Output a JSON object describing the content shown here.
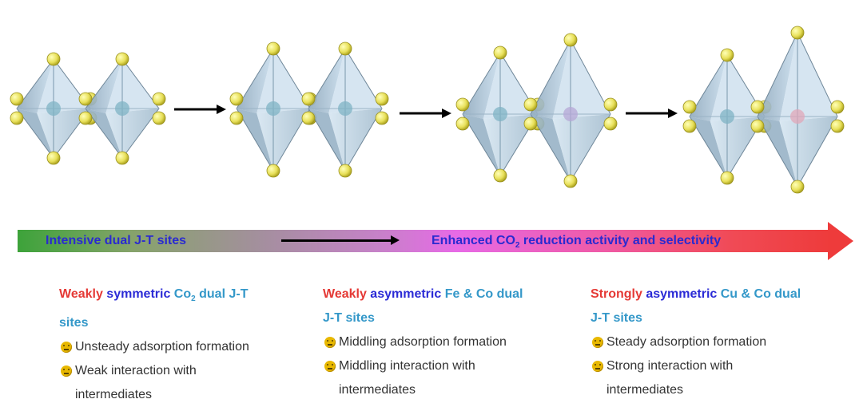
{
  "bar": {
    "left_text": "Intensive dual J-T sites",
    "right_text_pre": "Enhanced CO",
    "right_text_sub": "2",
    "right_text_post": " reduction activity and selectivity"
  },
  "columns": [
    {
      "head_word1": "Weakly",
      "head_word2": " symmetric ",
      "head_word3_pre": "Co",
      "head_word3_sub": "2",
      "head_word3_post": " dual J-T",
      "head_line2": "sites",
      "item1": "Unsteady adsorption formation",
      "item2_line1": "Weak interaction with",
      "item2_line2": "intermediates"
    },
    {
      "head_word1": "Weakly",
      "head_word2": " asymmetric ",
      "head_word3_pre": "Fe & Co dual",
      "head_word3_sub": "",
      "head_word3_post": "",
      "head_line2": "J-T sites",
      "item1": "Middling adsorption formation",
      "item2_line1": "Middling interaction with",
      "item2_line2": "intermediates"
    },
    {
      "head_word1": "Strongly",
      "head_word2": " asymmetric ",
      "head_word3_pre": "Cu & Co dual",
      "head_word3_sub": "",
      "head_word3_post": "",
      "head_line2": "J-T sites",
      "item1": "Steady adsorption formation",
      "item2_line1": "Strong interaction with",
      "item2_line2": "intermediates"
    }
  ],
  "colors": {
    "red": "#e53935",
    "blue": "#2b2bd6",
    "cyan": "#3498c9",
    "atom": "#e6e060",
    "octa": "#a9c9e0"
  },
  "icons": [
    "octahedron-pair-icon",
    "arrow-right-icon",
    "emoji-face-icon"
  ]
}
